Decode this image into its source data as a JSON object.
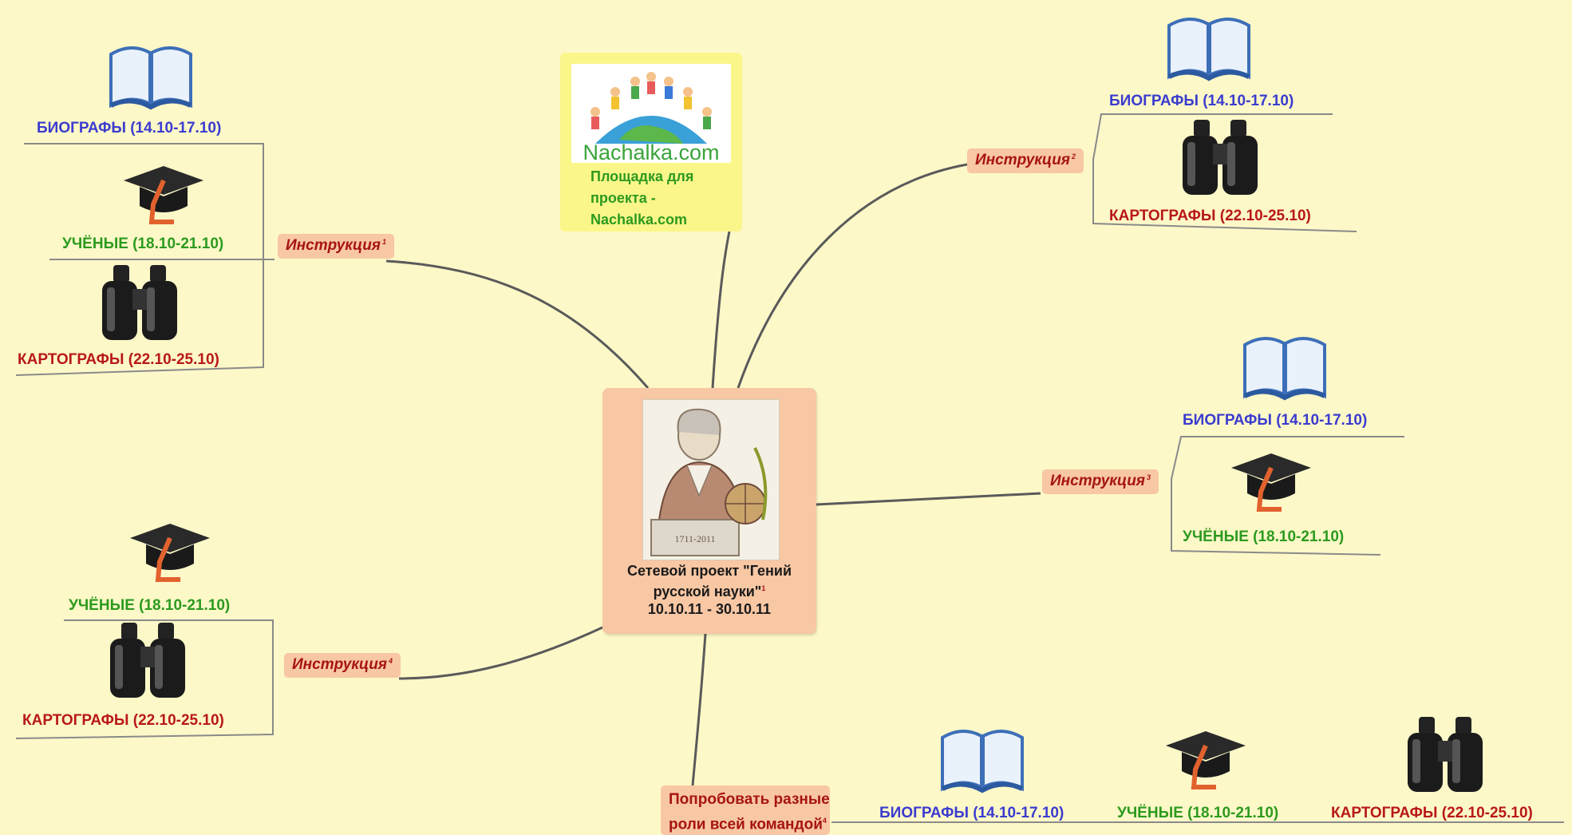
{
  "central": {
    "title": "Сетевой проект \"Гений русской науки\"",
    "dates": "10.10.11 - 30.10.11",
    "portrait_label": "1711-2011"
  },
  "platform": {
    "logo": "Nachalka.com",
    "text": "Площадка для проекта - Nachalka.com"
  },
  "instruction": {
    "label": "Инструкция",
    "nums": [
      "1",
      "2",
      "3",
      "4"
    ]
  },
  "roles": {
    "biographers": "БИОГРАФЫ (14.10-17.10)",
    "scientists": "УЧЁНЫЕ (18.10-21.10)",
    "cartographers": "КАРТОГРАФЫ (22.10-25.10)"
  },
  "try_all": {
    "text": "Попробовать разные роли всей командой",
    "num": "4"
  },
  "colors": {
    "background": "#fdf8c8",
    "node_fill": "#f8c7a3",
    "platform_fill": "#fbf68a",
    "biographers": "#3b3ccf",
    "scientists": "#2c9a1e",
    "cartographers": "#b81818",
    "links": "#555555"
  },
  "icons": [
    "book-icon",
    "graduation-cap-icon",
    "binoculars-icon"
  ]
}
